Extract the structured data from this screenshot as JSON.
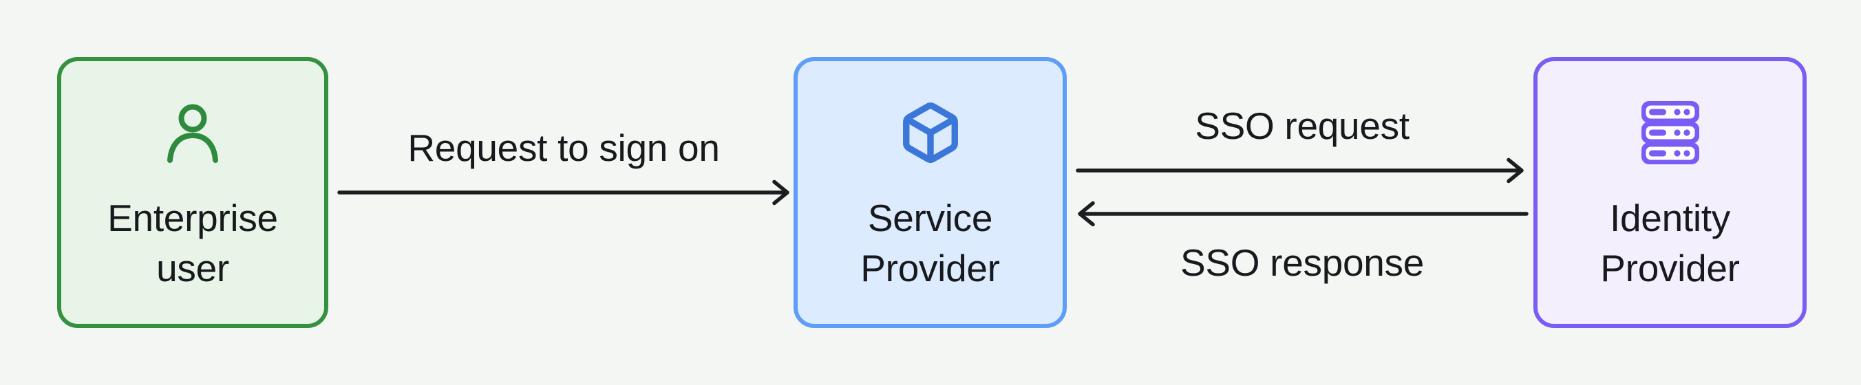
{
  "diagram": {
    "colors": {
      "background": "#f4f6f3",
      "text": "#17191d",
      "arrow": "#1b1d20"
    },
    "nodes": [
      {
        "id": "enterprise-user",
        "line1": "Enterprise",
        "line2": "user",
        "icon": "user-icon",
        "border": "#33913f",
        "fill": "#e9f4e9",
        "icon_color": "#2e8b3e"
      },
      {
        "id": "service-provider",
        "line1": "Service",
        "line2": "Provider",
        "icon": "cube-icon",
        "border": "#5f9ef6",
        "fill": "#dcebfd",
        "icon_color": "#3b76d9"
      },
      {
        "id": "identity-provider",
        "line1": "Identity",
        "line2": "Provider",
        "icon": "server-stack-icon",
        "border": "#7a5df3",
        "fill": "#f4effc",
        "icon_color": "#7a5cf5"
      }
    ],
    "edges": [
      {
        "label": "Request to sign on",
        "from": "Enterprise user",
        "to": "Service Provider",
        "direction": "right"
      },
      {
        "label": "SSO request",
        "from": "Service Provider",
        "to": "Identity Provider",
        "direction": "right"
      },
      {
        "label": "SSO response",
        "from": "Identity Provider",
        "to": "Service Provider",
        "direction": "left"
      }
    ]
  }
}
